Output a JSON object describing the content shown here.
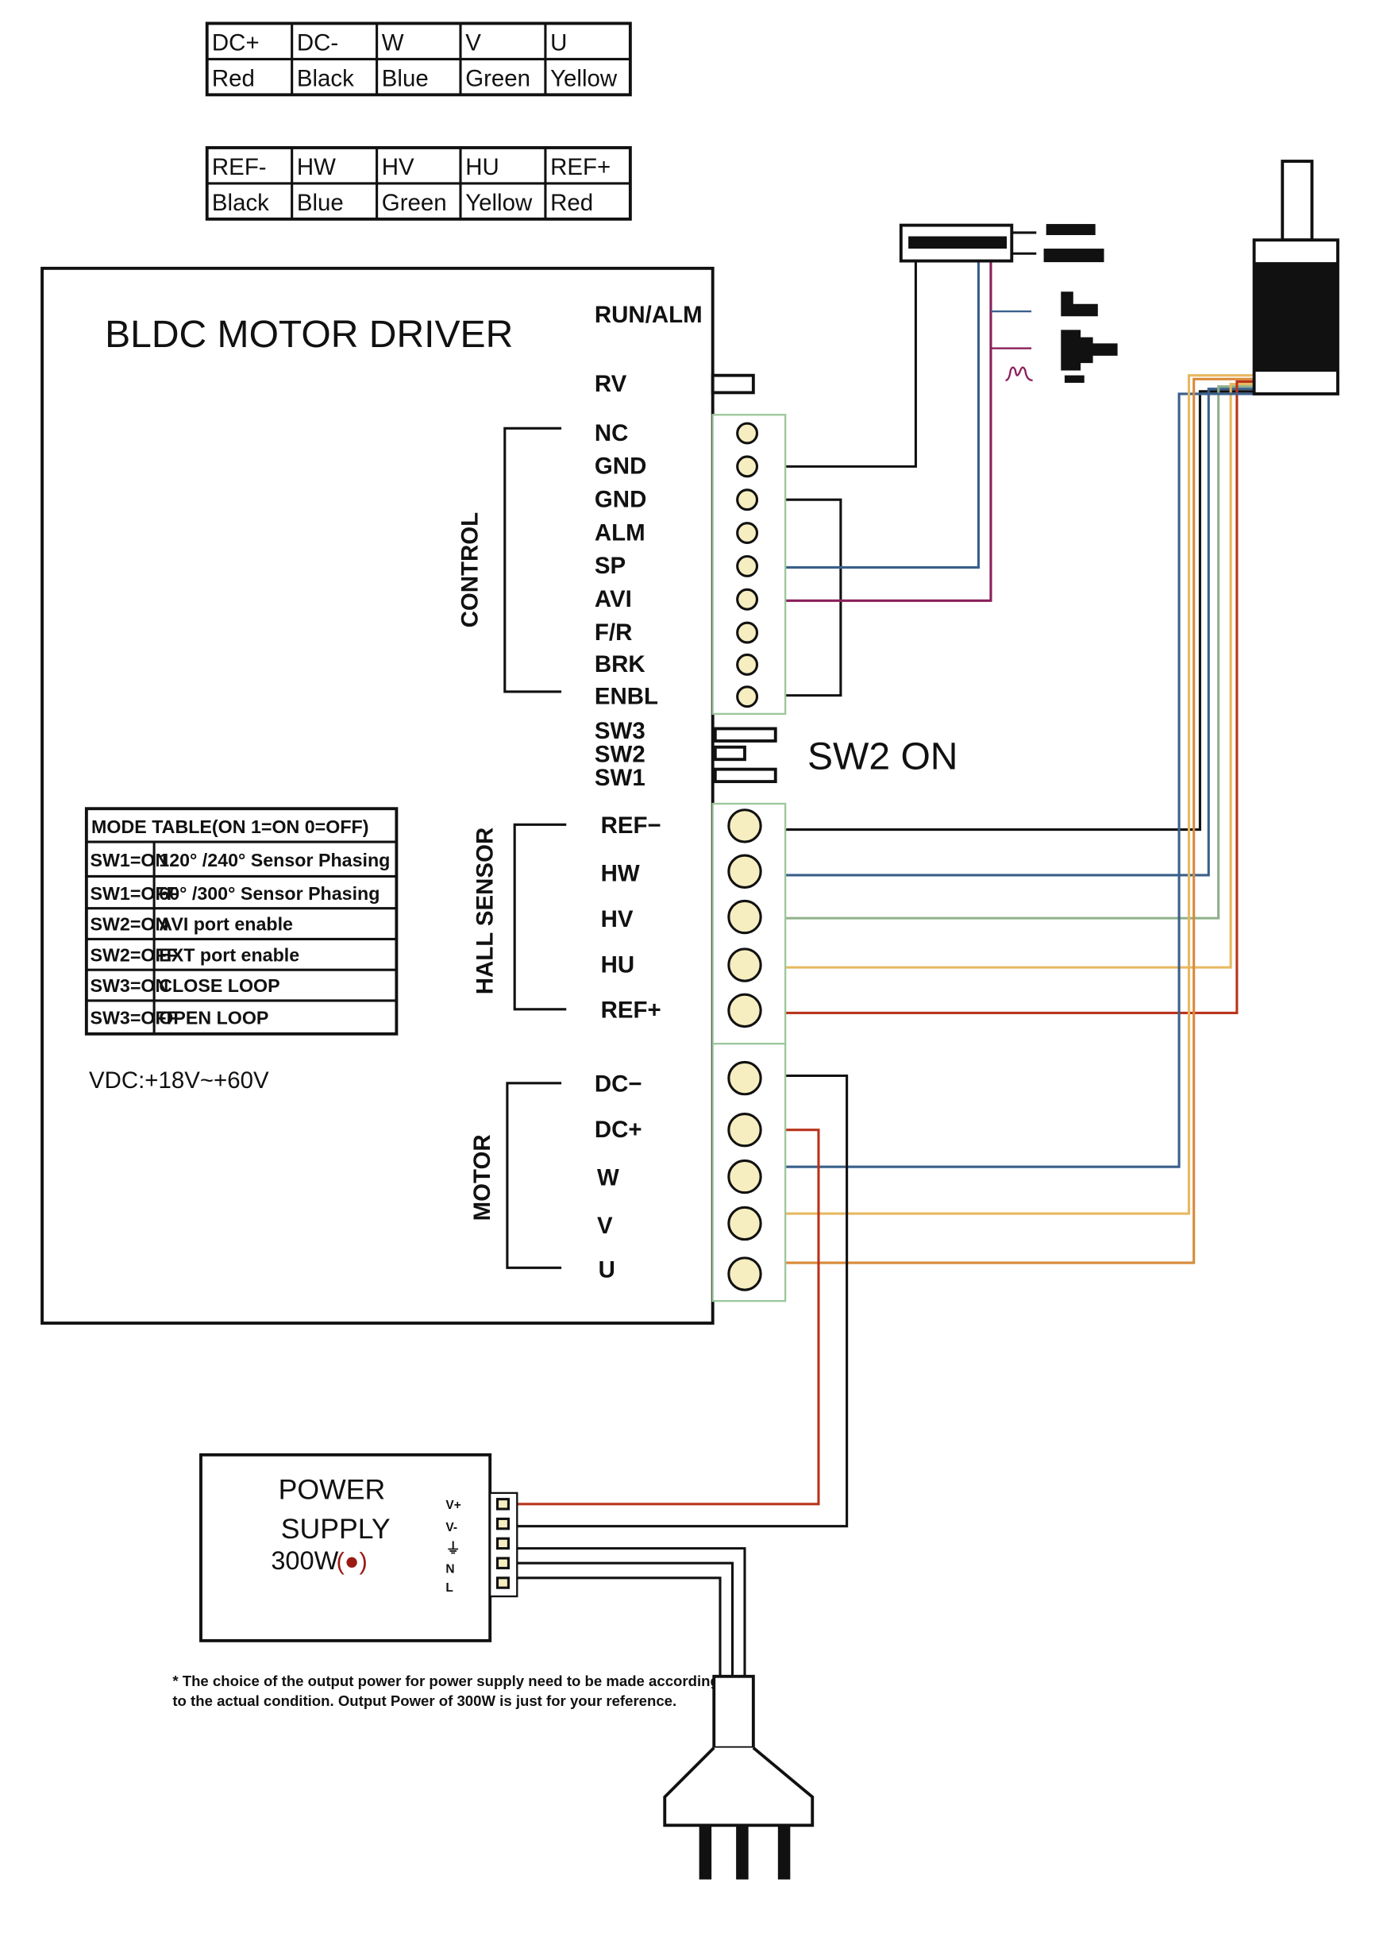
{
  "motor_color_table": {
    "headers": [
      "DC+",
      "DC-",
      "W",
      "V",
      "U"
    ],
    "colors": [
      "Red",
      "Black",
      "Blue",
      "Green",
      "Yellow"
    ]
  },
  "hall_color_table": {
    "headers": [
      "REF-",
      "HW",
      "HV",
      "HU",
      "REF+"
    ],
    "colors": [
      "Black",
      "Blue",
      "Green",
      "Yellow",
      "Red"
    ]
  },
  "driver": {
    "title": "BLDC MOTOR DRIVER",
    "run_alm": "RUN/ALM",
    "rv": "RV",
    "control_label": "CONTROL",
    "control_pins": [
      "NC",
      "GND",
      "GND",
      "ALM",
      "SP",
      "AVI",
      "F/R",
      "BRK",
      "ENBL"
    ],
    "switches": [
      "SW3",
      "SW2",
      "SW1"
    ],
    "sw_note": "SW2 ON",
    "hall_label": "HALL SENSOR",
    "hall_pins": [
      "REF−",
      "HW",
      "HV",
      "HU",
      "REF+"
    ],
    "motor_label": "MOTOR",
    "motor_pins": [
      "DC−",
      "DC+",
      "W",
      "V",
      "U"
    ],
    "voltage": "VDC:+18V~+60V"
  },
  "mode_table": {
    "title": "MODE TABLE(ON 1=ON 0=OFF)",
    "rows": [
      {
        "key": "SW1=ON",
        "value": "120° /240° Sensor Phasing"
      },
      {
        "key": "SW1=OFF",
        "value": "60° /300° Sensor Phasing"
      },
      {
        "key": "SW2=ON",
        "value": "AVI port enable"
      },
      {
        "key": "SW2=OFF",
        "value": "EXT port enable"
      },
      {
        "key": "SW3=ON",
        "value": "CLOSE LOOP"
      },
      {
        "key": "SW3=OFF",
        "value": "OPEN LOOP"
      }
    ]
  },
  "power_supply": {
    "line1": "POWER",
    "line2": "SUPPLY",
    "line3": "300W",
    "terminals": [
      "V+",
      "V-",
      "⏚",
      "N",
      "L"
    ]
  },
  "footnote": {
    "line1": "* The choice of the output power for power supply need to be made according",
    "line2": "to the actual condition. Output Power of 300W is just for your reference."
  },
  "colors": {
    "red": "#b8341c",
    "black": "#111111",
    "blue": "#3a5f8a",
    "green": "#8fb08c",
    "yellow": "#e8b860",
    "orange": "#d98a3a",
    "purple": "#8a1f5a"
  }
}
